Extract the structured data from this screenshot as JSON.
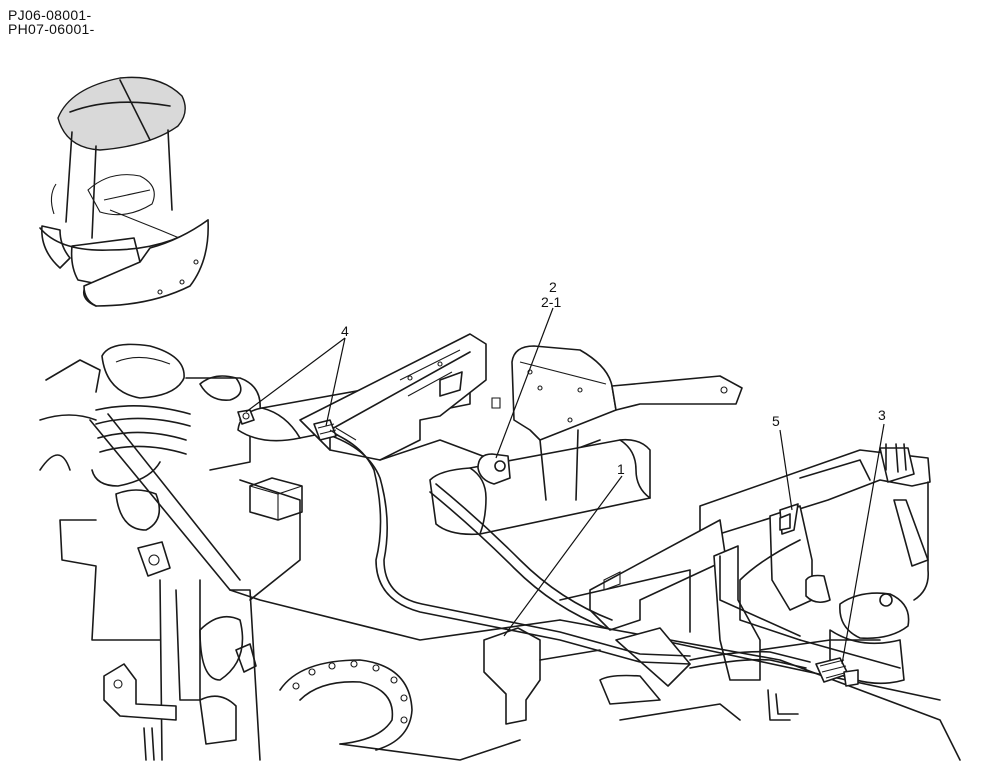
{
  "header": {
    "serial_line_1": "PJ06-08001-",
    "serial_line_2": "PH07-06001-"
  },
  "callouts": {
    "c1": "1",
    "c2": "2",
    "c2_1": "2-1",
    "c3": "3",
    "c4": "4",
    "c5": "5"
  },
  "colors": {
    "line": "#1a1a1a",
    "background": "#ffffff"
  }
}
